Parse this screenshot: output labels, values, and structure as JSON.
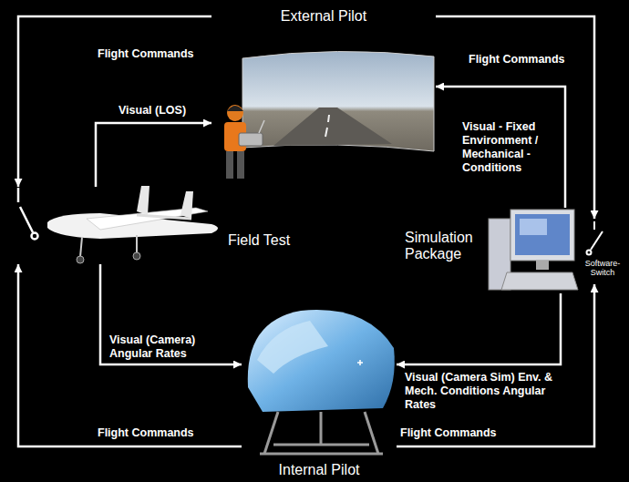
{
  "diagram": {
    "nodes": [
      {
        "text": [
          "External Pilot"
        ]
      },
      {
        "text": [
          "Field Test"
        ]
      },
      {
        "text": [
          "Simulation Package"
        ]
      },
      {
        "text": [
          "Software-Switch"
        ]
      },
      {
        "text": [
          "Internal Pilot"
        ]
      }
    ],
    "edges": [
      {
        "from": 1,
        "to": 0,
        "arrow": "to",
        "label": "Visual (LOS)"
      },
      {
        "from": 2,
        "to": 0,
        "arrow": "to",
        "label": "Visual - Fixed Environment / Mechanical - Conditions"
      },
      {
        "from": 1,
        "to": 4,
        "arrow": "to",
        "label": "Visual (Camera) Angular Rates"
      },
      {
        "from": 2,
        "to": 4,
        "arrow": "to",
        "label": "Visual (Camera Sim) Env. & Mech. Conditions Angular Rates"
      },
      {
        "from": 0,
        "to": 1,
        "arrow": "to",
        "label": "Flight Commands"
      },
      {
        "from": 0,
        "to": 3,
        "arrow": "to",
        "label": "Flight Commands"
      },
      {
        "from": 4,
        "to": 1,
        "arrow": "to",
        "label": "Flight Commands"
      },
      {
        "from": 4,
        "to": 3,
        "arrow": "to",
        "label": "Flight Commands"
      }
    ]
  }
}
